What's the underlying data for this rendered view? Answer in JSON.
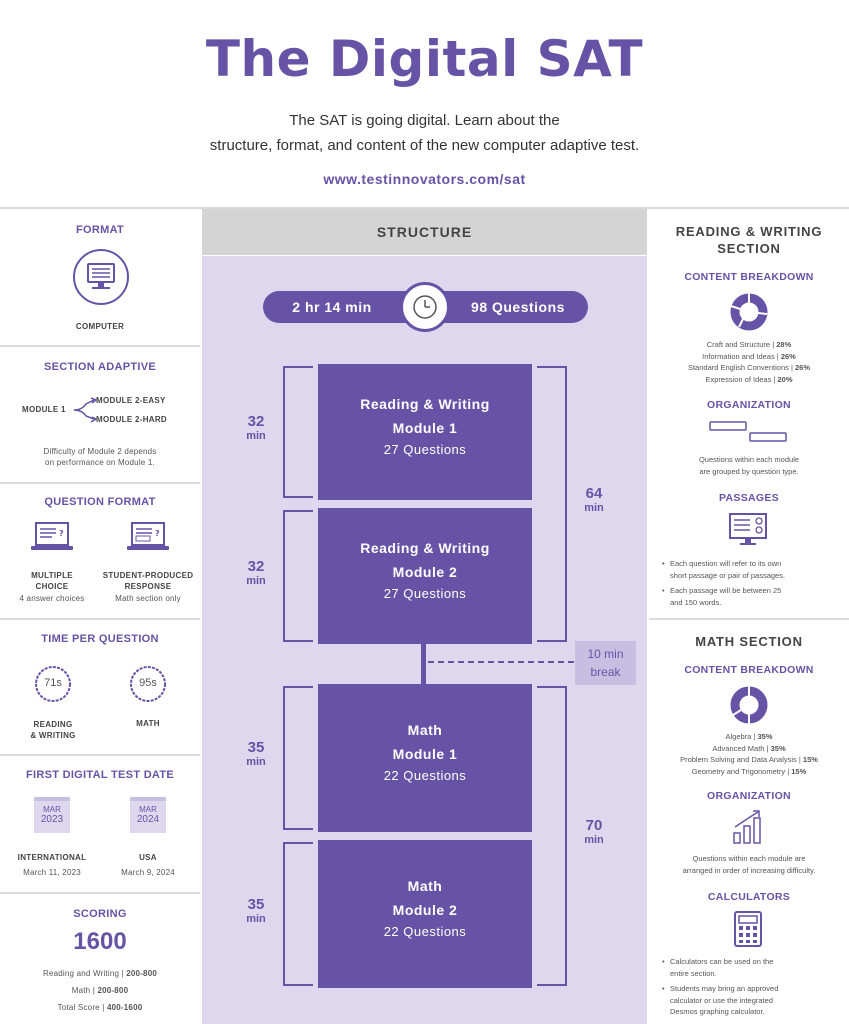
{
  "header": {
    "title": "The Digital SAT",
    "subtitle_line1": "The SAT is going digital. Learn about the",
    "subtitle_line2": "structure, format, and content of the new computer adaptive test.",
    "url": "www.testinnovators.com/sat"
  },
  "colors": {
    "accent": "#6753a6",
    "lavender": "#ddd8ee",
    "gray_bar": "#d4d4d4"
  },
  "left": {
    "format": {
      "title": "FORMAT",
      "icon": "computer-icon",
      "label": "COMPUTER"
    },
    "adaptive": {
      "title": "SECTION ADAPTIVE",
      "module1": "MODULE 1",
      "module2_easy": "MODULE 2-EASY",
      "module2_hard": "MODULE 2-HARD",
      "desc_line1": "Difficulty of Module 2 depends",
      "desc_line2": "on performance on Module 1."
    },
    "question_format": {
      "title": "QUESTION FORMAT",
      "mc_label1": "MULTIPLE",
      "mc_label2": "CHOICE",
      "mc_desc": "4 answer choices",
      "spr_label1": "STUDENT-PRODUCED",
      "spr_label2": "RESPONSE",
      "spr_desc": "Math section only"
    },
    "time_per_question": {
      "title": "TIME PER QUESTION",
      "rw_value": "71s",
      "math_value": "95s",
      "rw_label1": "READING",
      "rw_label2": "& WRITING",
      "math_label": "MATH"
    },
    "first_test": {
      "title": "FIRST DIGITAL TEST DATE",
      "intl_month": "MAR",
      "intl_year": "2023",
      "usa_month": "MAR",
      "usa_year": "2024",
      "intl_label": "INTERNATIONAL",
      "intl_date": "March 11, 2023",
      "usa_label": "USA",
      "usa_date": "March 9, 2024"
    },
    "scoring": {
      "title": "SCORING",
      "max": "1600",
      "rw_name": "Reading and Writing",
      "rw_range": "200-800",
      "math_name": "Math",
      "math_range": "200-800",
      "total_name": "Total Score",
      "total_range": "400-1600"
    }
  },
  "structure": {
    "title": "STRUCTURE",
    "duration": "2 hr 14 min",
    "questions": "98 Questions",
    "modules": [
      {
        "line1": "Reading & Writing",
        "line2": "Module 1",
        "questions": "27 Questions",
        "time": "32",
        "unit": "min"
      },
      {
        "line1": "Reading & Writing",
        "line2": "Module 2",
        "questions": "27 Questions",
        "time": "32",
        "unit": "min"
      },
      {
        "line1": "Math",
        "line2": "Module 1",
        "questions": "22 Questions",
        "time": "35",
        "unit": "min"
      },
      {
        "line1": "Math",
        "line2": "Module 2",
        "questions": "22 Questions",
        "time": "35",
        "unit": "min"
      }
    ],
    "rw_total": "64",
    "math_total": "70",
    "unit": "min",
    "break_line1": "10 min",
    "break_line2": "break"
  },
  "right": {
    "rw": {
      "title_line1": "READING & WRITING",
      "title_line2": "SECTION",
      "content_title": "CONTENT BREAKDOWN",
      "content": [
        {
          "name": "Craft and Structure",
          "pct": "28%"
        },
        {
          "name": "Information and Ideas",
          "pct": "26%"
        },
        {
          "name": "Standard English Conventions",
          "pct": "26%"
        },
        {
          "name": "Expression of Ideas",
          "pct": "20%"
        }
      ],
      "org_title": "ORGANIZATION",
      "org_line1": "Questions within each module",
      "org_line2": "are grouped by question type.",
      "passages_title": "PASSAGES",
      "passages_b1_l1": "Each question will refer to its own",
      "passages_b1_l2": "short passage or pair of passages.",
      "passages_b2_l1": "Each passage will be between 25",
      "passages_b2_l2": "and 150 words."
    },
    "math": {
      "title": "MATH SECTION",
      "content_title": "CONTENT BREAKDOWN",
      "content": [
        {
          "name": "Algebra",
          "pct": "35%"
        },
        {
          "name": "Advanced Math",
          "pct": "35%"
        },
        {
          "name": "Problem Solving and Data Analysis",
          "pct": "15%"
        },
        {
          "name": "Geometry and Trigonometry",
          "pct": "15%"
        }
      ],
      "org_title": "ORGANIZATION",
      "org_line1": "Questions within each module are",
      "org_line2": "arranged in order of increasing difficulty.",
      "calc_title": "CALCULATORS",
      "calc_b1_l1": "Calculators can be used on the",
      "calc_b1_l2": "entire section.",
      "calc_b2_l1": "Students may bring an approved",
      "calc_b2_l2": "calculator or use the integrated",
      "calc_b2_l3": "Desmos graphing calculator."
    }
  }
}
